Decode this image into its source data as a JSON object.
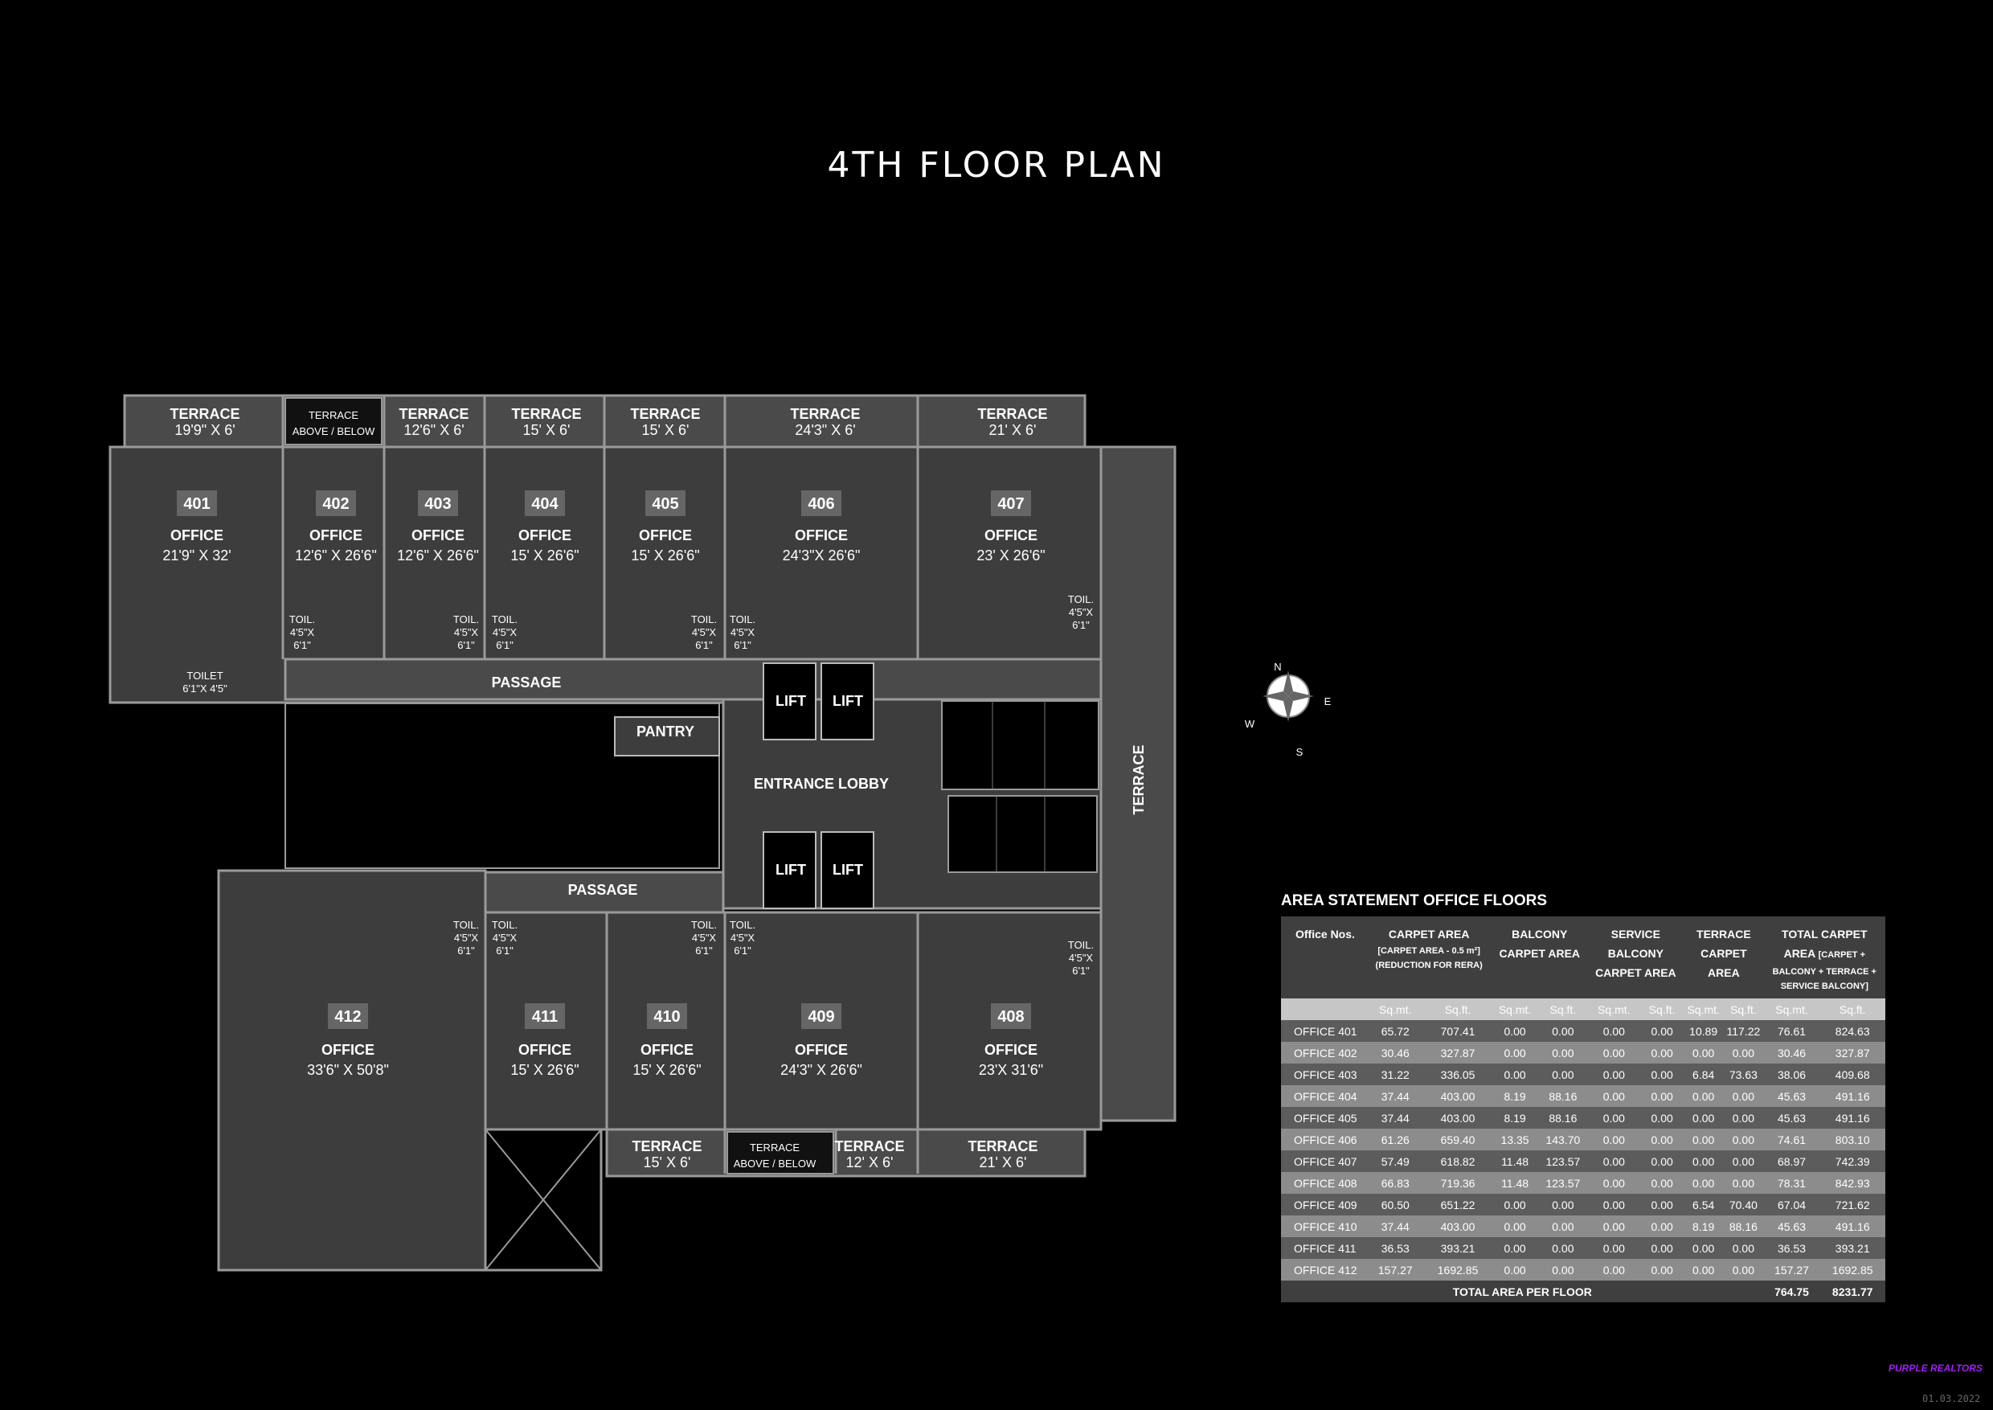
{
  "page_title": "4TH FLOOR PLAN",
  "plan": {
    "terraces_top": [
      {
        "label": "TERRACE",
        "dim": "19'9\" X 6'"
      },
      {
        "label": "TERRACE",
        "dim": "ABOVE / BELOW"
      },
      {
        "label": "TERRACE",
        "dim": "12'6\" X 6'"
      },
      {
        "label": "TERRACE",
        "dim": "15' X 6'"
      },
      {
        "label": "TERRACE",
        "dim": "15' X 6'"
      },
      {
        "label": "TERRACE",
        "dim": "24'3\" X 6'"
      },
      {
        "label": "TERRACE",
        "dim": "21' X 6'"
      }
    ],
    "offices_top": [
      {
        "no": "401",
        "label": "OFFICE",
        "dim": "21'9\" X 32'"
      },
      {
        "no": "402",
        "label": "OFFICE",
        "dim": "12'6\" X 26'6\""
      },
      {
        "no": "403",
        "label": "OFFICE",
        "dim": "12'6\" X 26'6\""
      },
      {
        "no": "404",
        "label": "OFFICE",
        "dim": "15' X 26'6\""
      },
      {
        "no": "405",
        "label": "OFFICE",
        "dim": "15' X 26'6\""
      },
      {
        "no": "406",
        "label": "OFFICE",
        "dim": "24'3\"X 26'6\""
      },
      {
        "no": "407",
        "label": "OFFICE",
        "dim": "23' X 26'6\""
      }
    ],
    "offices_bottom": [
      {
        "no": "412",
        "label": "OFFICE",
        "dim": "33'6\" X 50'8\""
      },
      {
        "no": "411",
        "label": "OFFICE",
        "dim": "15' X 26'6\""
      },
      {
        "no": "410",
        "label": "OFFICE",
        "dim": "15' X 26'6\""
      },
      {
        "no": "409",
        "label": "OFFICE",
        "dim": "24'3\" X 26'6\""
      },
      {
        "no": "408",
        "label": "OFFICE",
        "dim": "23'X 31'6\""
      }
    ],
    "terraces_bottom": [
      {
        "label": "TERRACE",
        "dim": "15' X 6'"
      },
      {
        "label": "TERRACE",
        "dim": "ABOVE / BELOW"
      },
      {
        "label": "TERRACE",
        "dim": "12' X 6'"
      },
      {
        "label": "TERRACE",
        "dim": "21' X 6'"
      }
    ],
    "toilet": {
      "label": "TOILET",
      "dim": "6'1\"X 4'5\""
    },
    "toil": {
      "label": "TOIL.",
      "dim1": "4'5\"X",
      "dim2": "6'1\""
    },
    "passage": "PASSAGE",
    "pantry": "PANTRY",
    "lift": "LIFT",
    "entrance_lobby": "ENTRANCE LOBBY",
    "terrace_side": "TERRACE",
    "compass": {
      "n": "N",
      "e": "E",
      "s": "S",
      "w": "W"
    }
  },
  "area_statement": {
    "title": "AREA STATEMENT OFFICE FLOORS",
    "headers": {
      "office": "Office Nos.",
      "carpet": "CARPET AREA",
      "carpet_note1": "[CARPET AREA - 0.5 m²]",
      "carpet_note2": "(REDUCTION FOR RERA)",
      "balcony1": "BALCONY",
      "balcony2": "CARPET AREA",
      "service1": "SERVICE",
      "service2": "BALCONY",
      "service3": "CARPET AREA",
      "terrace1": "TERRACE",
      "terrace2": "CARPET",
      "terrace3": "AREA",
      "total1": "TOTAL CARPET",
      "total2": "AREA",
      "total_note1": "[CARPET +",
      "total_note2": "BALCONY + TERRACE +",
      "total_note3": "SERVICE BALCONY]"
    },
    "units": [
      "Sq.mt.",
      "Sq.ft.",
      "Sq.mt.",
      "Sq.ft.",
      "Sq.mt.",
      "Sq.ft.",
      "Sq.mt.",
      "Sq.ft.",
      "Sq.mt.",
      "Sq.ft."
    ],
    "rows": [
      [
        "OFFICE 401",
        "65.72",
        "707.41",
        "0.00",
        "0.00",
        "0.00",
        "0.00",
        "10.89",
        "117.22",
        "76.61",
        "824.63"
      ],
      [
        "OFFICE 402",
        "30.46",
        "327.87",
        "0.00",
        "0.00",
        "0.00",
        "0.00",
        "0.00",
        "0.00",
        "30.46",
        "327.87"
      ],
      [
        "OFFICE 403",
        "31.22",
        "336.05",
        "0.00",
        "0.00",
        "0.00",
        "0.00",
        "6.84",
        "73.63",
        "38.06",
        "409.68"
      ],
      [
        "OFFICE 404",
        "37.44",
        "403.00",
        "8.19",
        "88.16",
        "0.00",
        "0.00",
        "0.00",
        "0.00",
        "45.63",
        "491.16"
      ],
      [
        "OFFICE 405",
        "37.44",
        "403.00",
        "8.19",
        "88.16",
        "0.00",
        "0.00",
        "0.00",
        "0.00",
        "45.63",
        "491.16"
      ],
      [
        "OFFICE 406",
        "61.26",
        "659.40",
        "13.35",
        "143.70",
        "0.00",
        "0.00",
        "0.00",
        "0.00",
        "74.61",
        "803.10"
      ],
      [
        "OFFICE 407",
        "57.49",
        "618.82",
        "11.48",
        "123.57",
        "0.00",
        "0.00",
        "0.00",
        "0.00",
        "68.97",
        "742.39"
      ],
      [
        "OFFICE 408",
        "66.83",
        "719.36",
        "11.48",
        "123.57",
        "0.00",
        "0.00",
        "0.00",
        "0.00",
        "78.31",
        "842.93"
      ],
      [
        "OFFICE 409",
        "60.50",
        "651.22",
        "0.00",
        "0.00",
        "0.00",
        "0.00",
        "6.54",
        "70.40",
        "67.04",
        "721.62"
      ],
      [
        "OFFICE 410",
        "37.44",
        "403.00",
        "0.00",
        "0.00",
        "0.00",
        "0.00",
        "8.19",
        "88.16",
        "45.63",
        "491.16"
      ],
      [
        "OFFICE 411",
        "36.53",
        "393.21",
        "0.00",
        "0.00",
        "0.00",
        "0.00",
        "0.00",
        "0.00",
        "36.53",
        "393.21"
      ],
      [
        "OFFICE 412",
        "157.27",
        "1692.85",
        "0.00",
        "0.00",
        "0.00",
        "0.00",
        "0.00",
        "0.00",
        "157.27",
        "1692.85"
      ]
    ],
    "total_label": "TOTAL AREA PER FLOOR",
    "total_sqmt": "764.75",
    "total_sqft": "8231.77"
  },
  "footer": {
    "logo": "PURPLE REALTORS",
    "date": "01.03.2022"
  }
}
